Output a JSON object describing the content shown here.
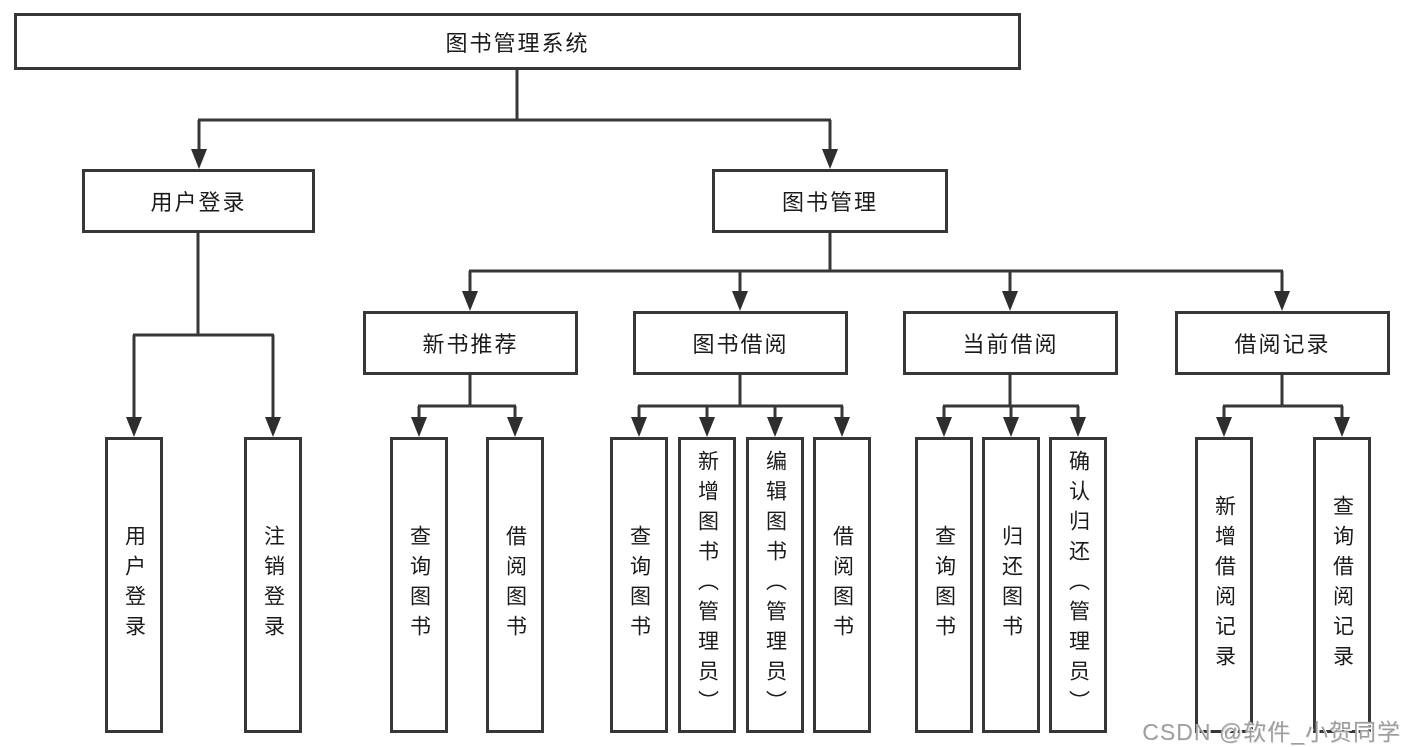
{
  "diagram": {
    "root": {
      "label": "图书管理系统"
    },
    "level2": [
      {
        "label": "用户登录"
      },
      {
        "label": "图书管理"
      }
    ],
    "level3": [
      {
        "label": "新书推荐"
      },
      {
        "label": "图书借阅"
      },
      {
        "label": "当前借阅"
      },
      {
        "label": "借阅记录"
      }
    ],
    "leaves": {
      "user_login": [
        "用户登录",
        "注销登录"
      ],
      "new_book_recommend": [
        "查询图书",
        "借阅图书"
      ],
      "book_borrow": [
        "查询图书",
        "新增图书（管理员）",
        "编辑图书（管理员）",
        "借阅图书"
      ],
      "current_borrow": [
        "查询图书",
        "归还图书",
        "确认归还（管理员）"
      ],
      "borrow_records": [
        "新增借阅记录",
        "查询借阅记录"
      ]
    }
  },
  "watermark": {
    "text": "CSDN @软件_小贺同学"
  },
  "colors": {
    "line": "#373737",
    "text": "#1b1b1b",
    "background": "#ffffff",
    "watermark": "#9e9e9e"
  }
}
